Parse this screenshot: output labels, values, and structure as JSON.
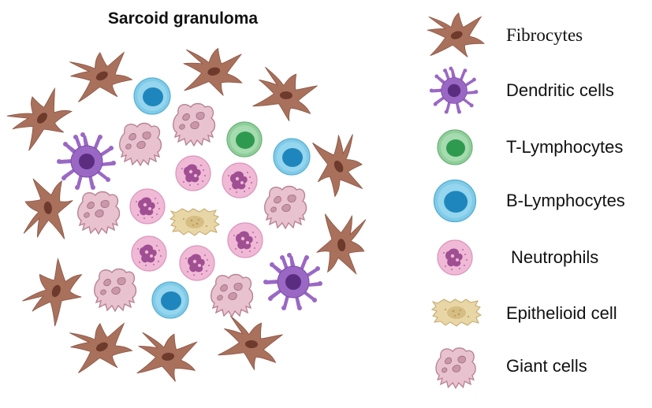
{
  "title": "Sarcoid granuloma",
  "legend": [
    {
      "key": "fibrocyte",
      "label": "Fibrocytes"
    },
    {
      "key": "dendritic",
      "label": "Dendritic cells"
    },
    {
      "key": "tcell",
      "label": "T-Lymphocytes"
    },
    {
      "key": "bcell",
      "label": "B-Lymphocytes"
    },
    {
      "key": "neutrophil",
      "label": "Neutrophils"
    },
    {
      "key": "epithelioid",
      "label": "Epithelioid cell"
    },
    {
      "key": "giant",
      "label": "Giant cells"
    }
  ],
  "colors": {
    "fibrocyte": "#a9705c",
    "fibrocyte_nucleus": "#6e3a2c",
    "dendritic": "#8e5bb8",
    "dendritic_nucleus": "#5b2d80",
    "tcell": "#8fcf9a",
    "tcell_nucleus": "#2e9a4f",
    "bcell": "#7fcbe8",
    "bcell_nucleus": "#1f86bd",
    "neutrophil": "#f0b9d6",
    "neutrophil_nucleus": "#a04f93",
    "epithelioid": "#e8d6a6",
    "epithelioid_nucleus": "#c9ad6d",
    "giant": "#e8c3cf",
    "giant_nucleus": "#b98195"
  }
}
